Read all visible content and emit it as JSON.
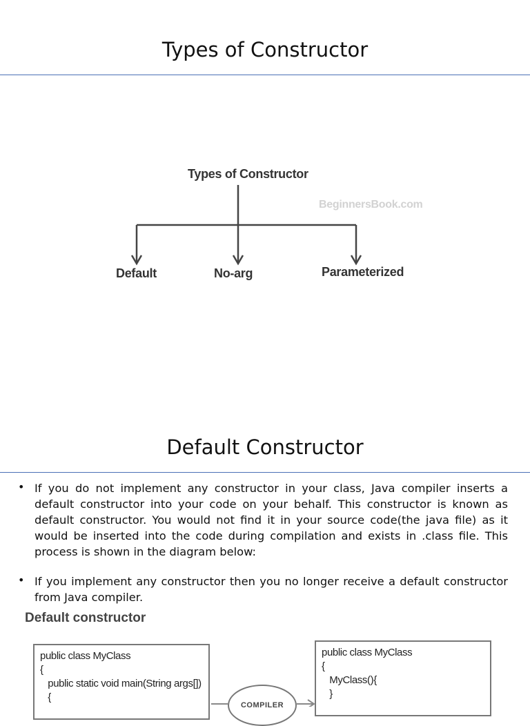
{
  "slide1": {
    "title": "Types of Constructor",
    "diagram": {
      "root": "Types of Constructor",
      "children": [
        "Default",
        "No-arg",
        "Parameterized"
      ],
      "watermark": "BeginnersBook.com"
    }
  },
  "slide2": {
    "title": "Default Constructor",
    "bullets": [
      "If you do not implement any constructor in your class, Java compiler inserts a default constructor into your code on your behalf. This constructor is known as default constructor. You would not find it in your source code(the java file) as it would be inserted into the code during compilation and exists in .class file. This process is shown in the diagram below:",
      "If you implement any constructor then you no longer receive a default constructor from Java compiler."
    ],
    "diagram": {
      "heading": "Default constructor",
      "left_code": [
        "public class MyClass",
        "{",
        "   public static void main(String args[])",
        "   {"
      ],
      "compiler_label": "COMPILER",
      "right_code": [
        "public class MyClass",
        "{",
        "   MyClass(){",
        "   }"
      ]
    }
  }
}
